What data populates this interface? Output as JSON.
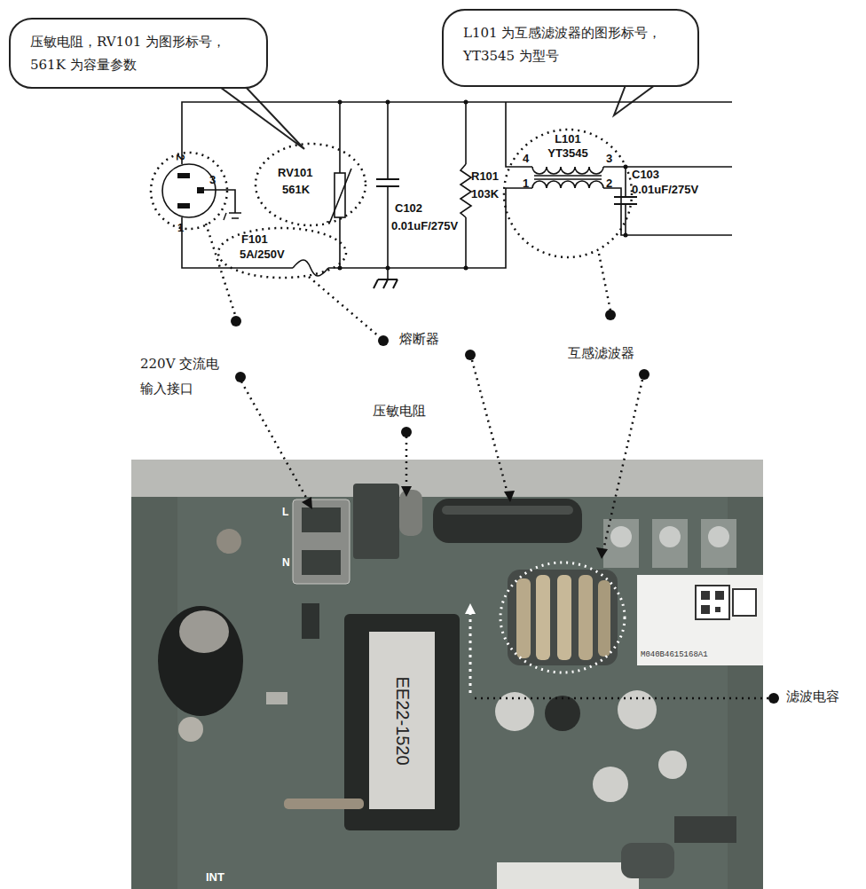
{
  "diagram": {
    "nodes": [
      {
        "text": [
          "压敏电阻，RV101 为图形标号，561K 为容量参数"
        ]
      },
      {
        "text": [
          "L101 为互感滤波器的图形标号，YT3545 为型号"
        ]
      }
    ],
    "labels": [
      "2",
      "3",
      "1",
      "RV101",
      "561K",
      "F101",
      "5A/250V",
      "C102",
      "0.01uF/275V",
      "R101",
      "103K",
      "L101",
      "YT3545",
      "4",
      "3",
      "1",
      "2",
      "C103",
      "0.01uF/275V",
      "220V 交流电 输入接口",
      "熔断器",
      "压敏电阻",
      "互感滤波器",
      "滤波电容",
      "L",
      "N",
      "EE22-1520",
      "M040B4615168A1",
      "INT"
    ]
  }
}
